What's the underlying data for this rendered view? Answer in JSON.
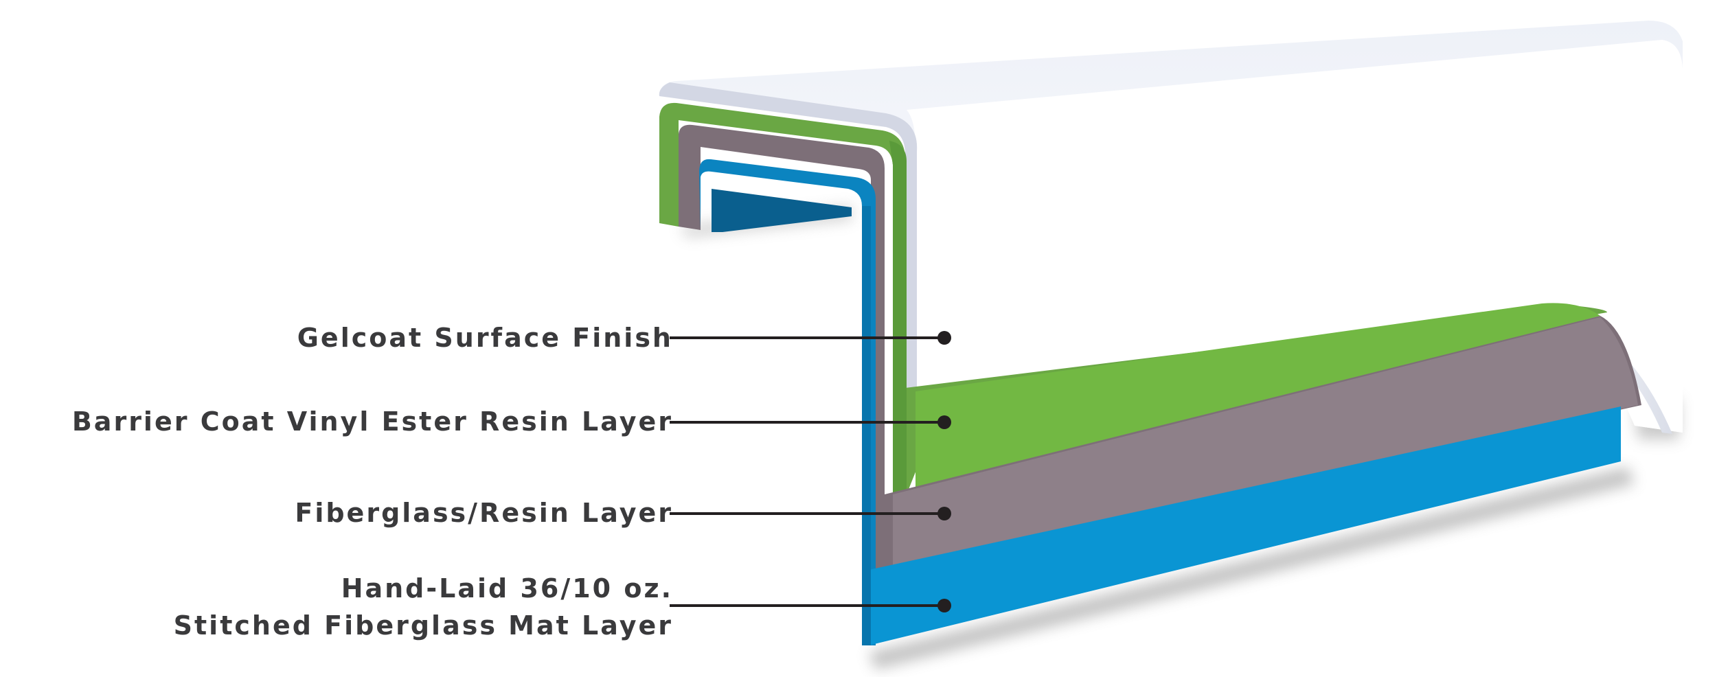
{
  "colors": {
    "gelcoat": "#ffffff",
    "barrier_coat": "#72b843",
    "fiberglass_resin": "#8e8089",
    "stitched_mat": "#0a95d3",
    "leader": "#231f20",
    "text": "#3a3a3c"
  },
  "layers": [
    {
      "id": "gelcoat",
      "label_lines": [
        "Gelcoat Surface Finish"
      ]
    },
    {
      "id": "barrier",
      "label_lines": [
        "Barrier Coat Vinyl Ester Resin Layer"
      ]
    },
    {
      "id": "fiberglass",
      "label_lines": [
        "Fiberglass/Resin Layer"
      ]
    },
    {
      "id": "mat",
      "label_lines": [
        "Hand-Laid 36/10 oz.",
        "Stitched Fiberglass Mat Layer"
      ]
    }
  ]
}
